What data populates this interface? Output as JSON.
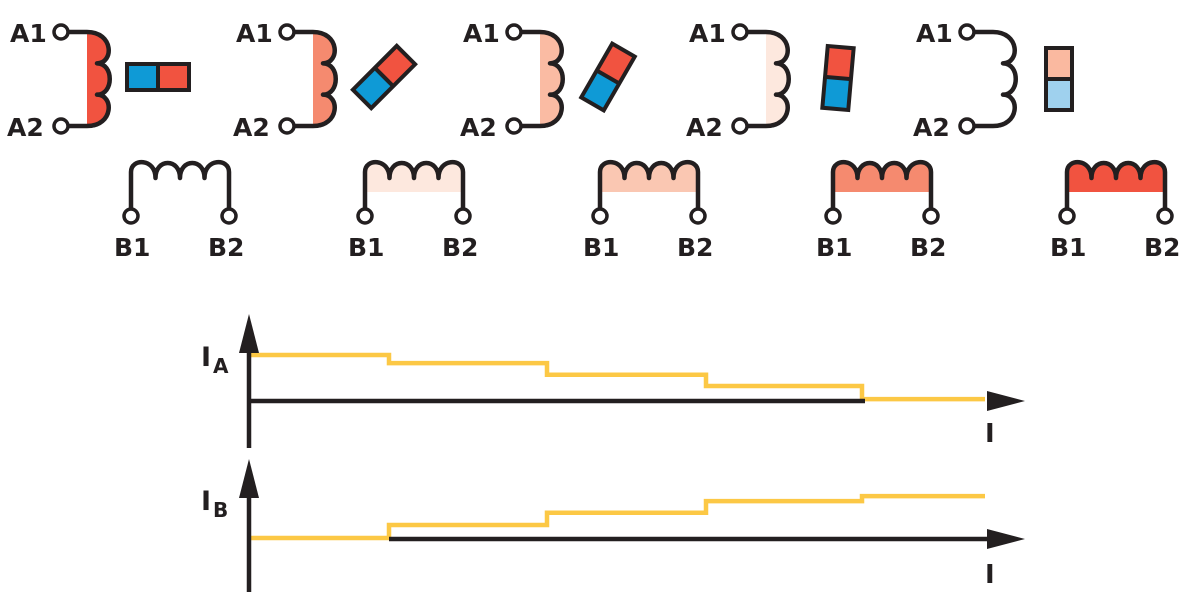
{
  "labels": {
    "a1": "A1",
    "a2": "A2",
    "b1": "B1",
    "b2": "B2",
    "ia_main": "I",
    "ia_sub": "A",
    "ib_main": "I",
    "ib_sub": "B",
    "x_axis": "I"
  },
  "colors": {
    "ink": "#231f20",
    "trace": "#fcc845",
    "north": "#f15340",
    "south": "#0f9ad6",
    "north_light": "#fab9a0",
    "south_light": "#9fd1ee"
  },
  "steps": [
    {
      "coil_a_fill": "#f15340",
      "coil_b_fill": "none",
      "rotor_angle_deg": 0,
      "rotor_north": "#f15340",
      "rotor_south": "#0f9ad6"
    },
    {
      "coil_a_fill": "#f58a6f",
      "coil_b_fill": "#fde8de",
      "rotor_angle_deg": -45,
      "rotor_north": "#f15340",
      "rotor_south": "#0f9ad6"
    },
    {
      "coil_a_fill": "#fabba3",
      "coil_b_fill": "#fac7b2",
      "rotor_angle_deg": -60,
      "rotor_north": "#f15340",
      "rotor_south": "#0f9ad6"
    },
    {
      "coil_a_fill": "#fde8de",
      "coil_b_fill": "#f58a6f",
      "rotor_angle_deg": -85,
      "rotor_north": "#f15340",
      "rotor_south": "#0f9ad6"
    },
    {
      "coil_a_fill": "none",
      "coil_b_fill": "#f15340",
      "rotor_angle_deg": -90,
      "rotor_north": "#fab9a0",
      "rotor_south": "#9fd1ee"
    }
  ],
  "chart_data": [
    {
      "type": "line",
      "title": "",
      "ylabel": "IA",
      "xlabel": "I",
      "step": true,
      "x": [
        0,
        1,
        2,
        3,
        4
      ],
      "values": [
        1.0,
        0.82,
        0.56,
        0.31,
        0.02
      ],
      "ylim": [
        0,
        1.0
      ],
      "grid": false
    },
    {
      "type": "line",
      "title": "",
      "ylabel": "IB",
      "xlabel": "I",
      "step": true,
      "x": [
        0,
        1,
        2,
        3,
        4
      ],
      "values": [
        0.0,
        0.29,
        0.56,
        0.82,
        0.93
      ],
      "ylim": [
        0,
        1.0
      ],
      "grid": false
    }
  ]
}
